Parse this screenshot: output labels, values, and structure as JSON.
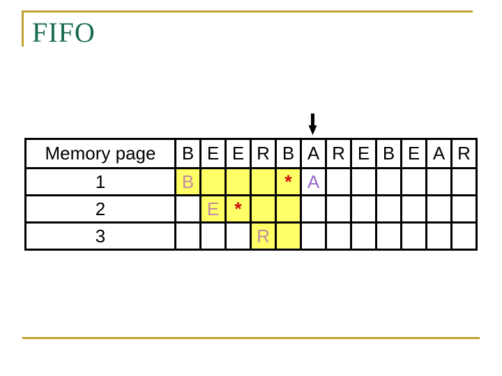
{
  "slide": {
    "title": "FIFO"
  },
  "theme": {
    "accent_gold": "#BFA22F",
    "title_green": "#166A4C",
    "highlight_yellow": "#FFFF66",
    "letter_pink": "#C08CA4",
    "letter_purple": "#9966CC",
    "star_red": "#CC1111",
    "border_black": "#000000"
  },
  "table": {
    "header_label": "Memory page",
    "reference_string": [
      "B",
      "E",
      "E",
      "R",
      "B",
      "A",
      "R",
      "E",
      "B",
      "E",
      "A",
      "R"
    ],
    "arrow": {
      "points_to_column": 6,
      "points_to_letter": "A"
    },
    "rows": [
      {
        "label": "1",
        "cells": [
          {
            "text": "B",
            "bg": "highlight",
            "color": "pink"
          },
          {
            "bg": "highlight"
          },
          {
            "bg": "highlight"
          },
          {
            "bg": "highlight"
          },
          {
            "text": "*",
            "bg": "highlight",
            "color": "red"
          },
          {
            "text": "A",
            "color": "purple"
          },
          {},
          {},
          {},
          {},
          {},
          {}
        ]
      },
      {
        "label": "2",
        "cells": [
          {},
          {
            "text": "E",
            "bg": "highlight",
            "color": "pink"
          },
          {
            "text": "*",
            "bg": "highlight",
            "color": "red"
          },
          {
            "bg": "highlight"
          },
          {
            "bg": "highlight"
          },
          {},
          {},
          {},
          {},
          {},
          {},
          {}
        ]
      },
      {
        "label": "3",
        "cells": [
          {},
          {},
          {},
          {
            "text": "R",
            "bg": "highlight",
            "color": "pink"
          },
          {
            "bg": "highlight"
          },
          {},
          {},
          {},
          {},
          {},
          {},
          {}
        ]
      }
    ]
  }
}
